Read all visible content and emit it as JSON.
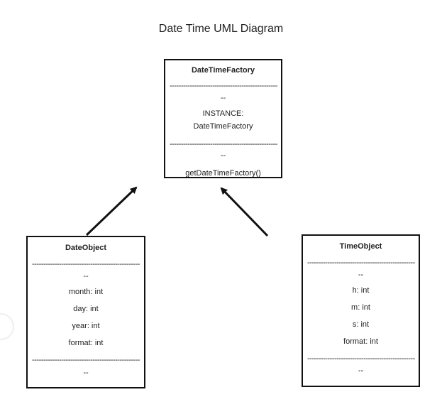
{
  "title": "Date Time UML Diagram",
  "separator": "------------------------------------------------",
  "classes": {
    "factory": {
      "name": "DateTimeFactory",
      "attr_placeholder": "--",
      "attributes": [
        "INSTANCE:",
        "DateTimeFactory"
      ],
      "method_placeholder": "--",
      "methods": [
        "getDateTimeFactory()"
      ]
    },
    "date": {
      "name": "DateObject",
      "attr_placeholder": "--",
      "attributes": [
        "month: int",
        "day: int",
        "year: int",
        "format: int"
      ],
      "method_placeholder": "--"
    },
    "time": {
      "name": "TimeObject",
      "attr_placeholder": "--",
      "attributes": [
        "h: int",
        "m: int",
        "s: int",
        "format: int"
      ],
      "method_placeholder": "--"
    }
  },
  "relations": [
    {
      "from": "DateObject",
      "to": "DateTimeFactory",
      "type": "arrow"
    },
    {
      "from": "TimeObject",
      "to": "DateTimeFactory",
      "type": "arrow"
    }
  ]
}
